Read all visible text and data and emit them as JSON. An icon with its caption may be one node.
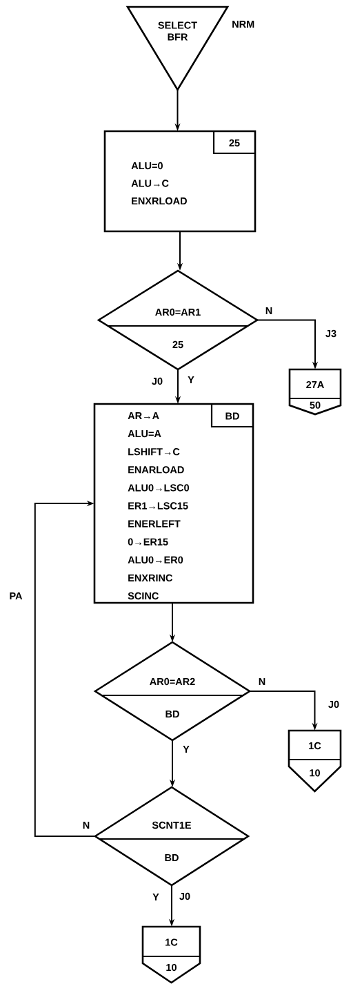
{
  "diagram": {
    "nodes": [
      {
        "text": [
          "SELECT BFR"
        ],
        "beside": [
          "NRM"
        ]
      },
      {
        "text": [
          "25",
          "ALU=0",
          "ALU→C",
          "ENXRLOAD"
        ]
      },
      {
        "text": [
          "AR0=AR1",
          "25"
        ]
      },
      {
        "text": [
          "27A",
          "50"
        ]
      },
      {
        "text": [
          "AR→A",
          "BD",
          "ALU=A",
          "LSHIFT→C",
          "ENARLOAD",
          "ALU0→LSC0",
          "ER1→LSC15",
          "ENERLEFT",
          "0→ER15",
          "ALU0→ER0",
          "ENXRINC",
          "SCINC"
        ]
      },
      {
        "text": [
          "AR0=AR2",
          "BD"
        ]
      },
      {
        "text": [
          "1C",
          "10"
        ]
      },
      {
        "text": [
          "SCNT1E",
          "BD"
        ]
      },
      {
        "text": [
          "1C",
          "10"
        ]
      }
    ],
    "edges": [
      {
        "from": 0,
        "to": 1,
        "arrow": "to"
      },
      {
        "from": 1,
        "to": 2,
        "arrow": "to"
      },
      {
        "from": 2,
        "to": 3,
        "arrow": "to",
        "label": "N"
      },
      {
        "from": 2,
        "to": 4,
        "arrow": "to",
        "label": "Y"
      },
      {
        "from": 4,
        "to": 5,
        "arrow": "to"
      },
      {
        "from": 5,
        "to": 6,
        "arrow": "to",
        "label": "N"
      },
      {
        "from": 5,
        "to": 7,
        "arrow": "to",
        "label": "Y"
      },
      {
        "from": 7,
        "to": 4,
        "arrow": "to",
        "label": "N"
      },
      {
        "from": 7,
        "to": 8,
        "arrow": "to",
        "label": "Y"
      }
    ],
    "labels": [
      "J3",
      "J0",
      "PA",
      "J0",
      "J0"
    ]
  }
}
